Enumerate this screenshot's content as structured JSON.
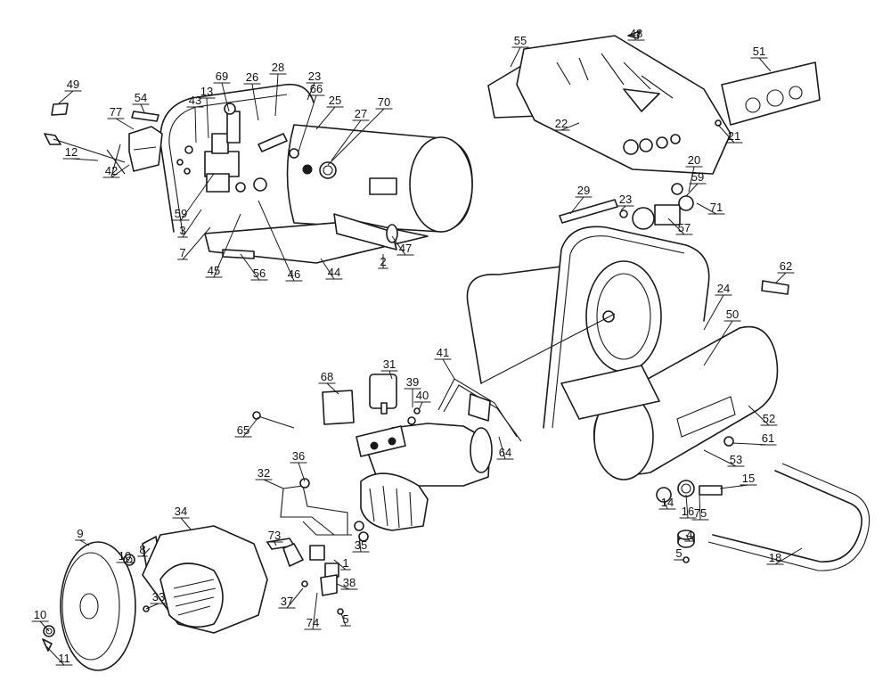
{
  "callouts": [
    "1",
    "2",
    "3",
    "4",
    "5",
    "5",
    "7",
    "8",
    "9",
    "10",
    "10",
    "11",
    "12",
    "13",
    "14",
    "15",
    "16",
    "18",
    "20",
    "21",
    "22",
    "23",
    "23",
    "24",
    "25",
    "26",
    "27",
    "28",
    "29",
    "31",
    "32",
    "33",
    "34",
    "35",
    "36",
    "37",
    "38",
    "39",
    "40",
    "41",
    "42",
    "43",
    "44",
    "45",
    "46",
    "47",
    "48",
    "49",
    "50",
    "51",
    "52",
    "53",
    "54",
    "55",
    "56",
    "57",
    "59",
    "59",
    "61",
    "62",
    "64",
    "65",
    "66",
    "68",
    "69",
    "70",
    "71",
    "73",
    "74",
    "75",
    "77"
  ],
  "colors": {
    "ink": "#1a1a1a",
    "paper": "#ffffff"
  }
}
